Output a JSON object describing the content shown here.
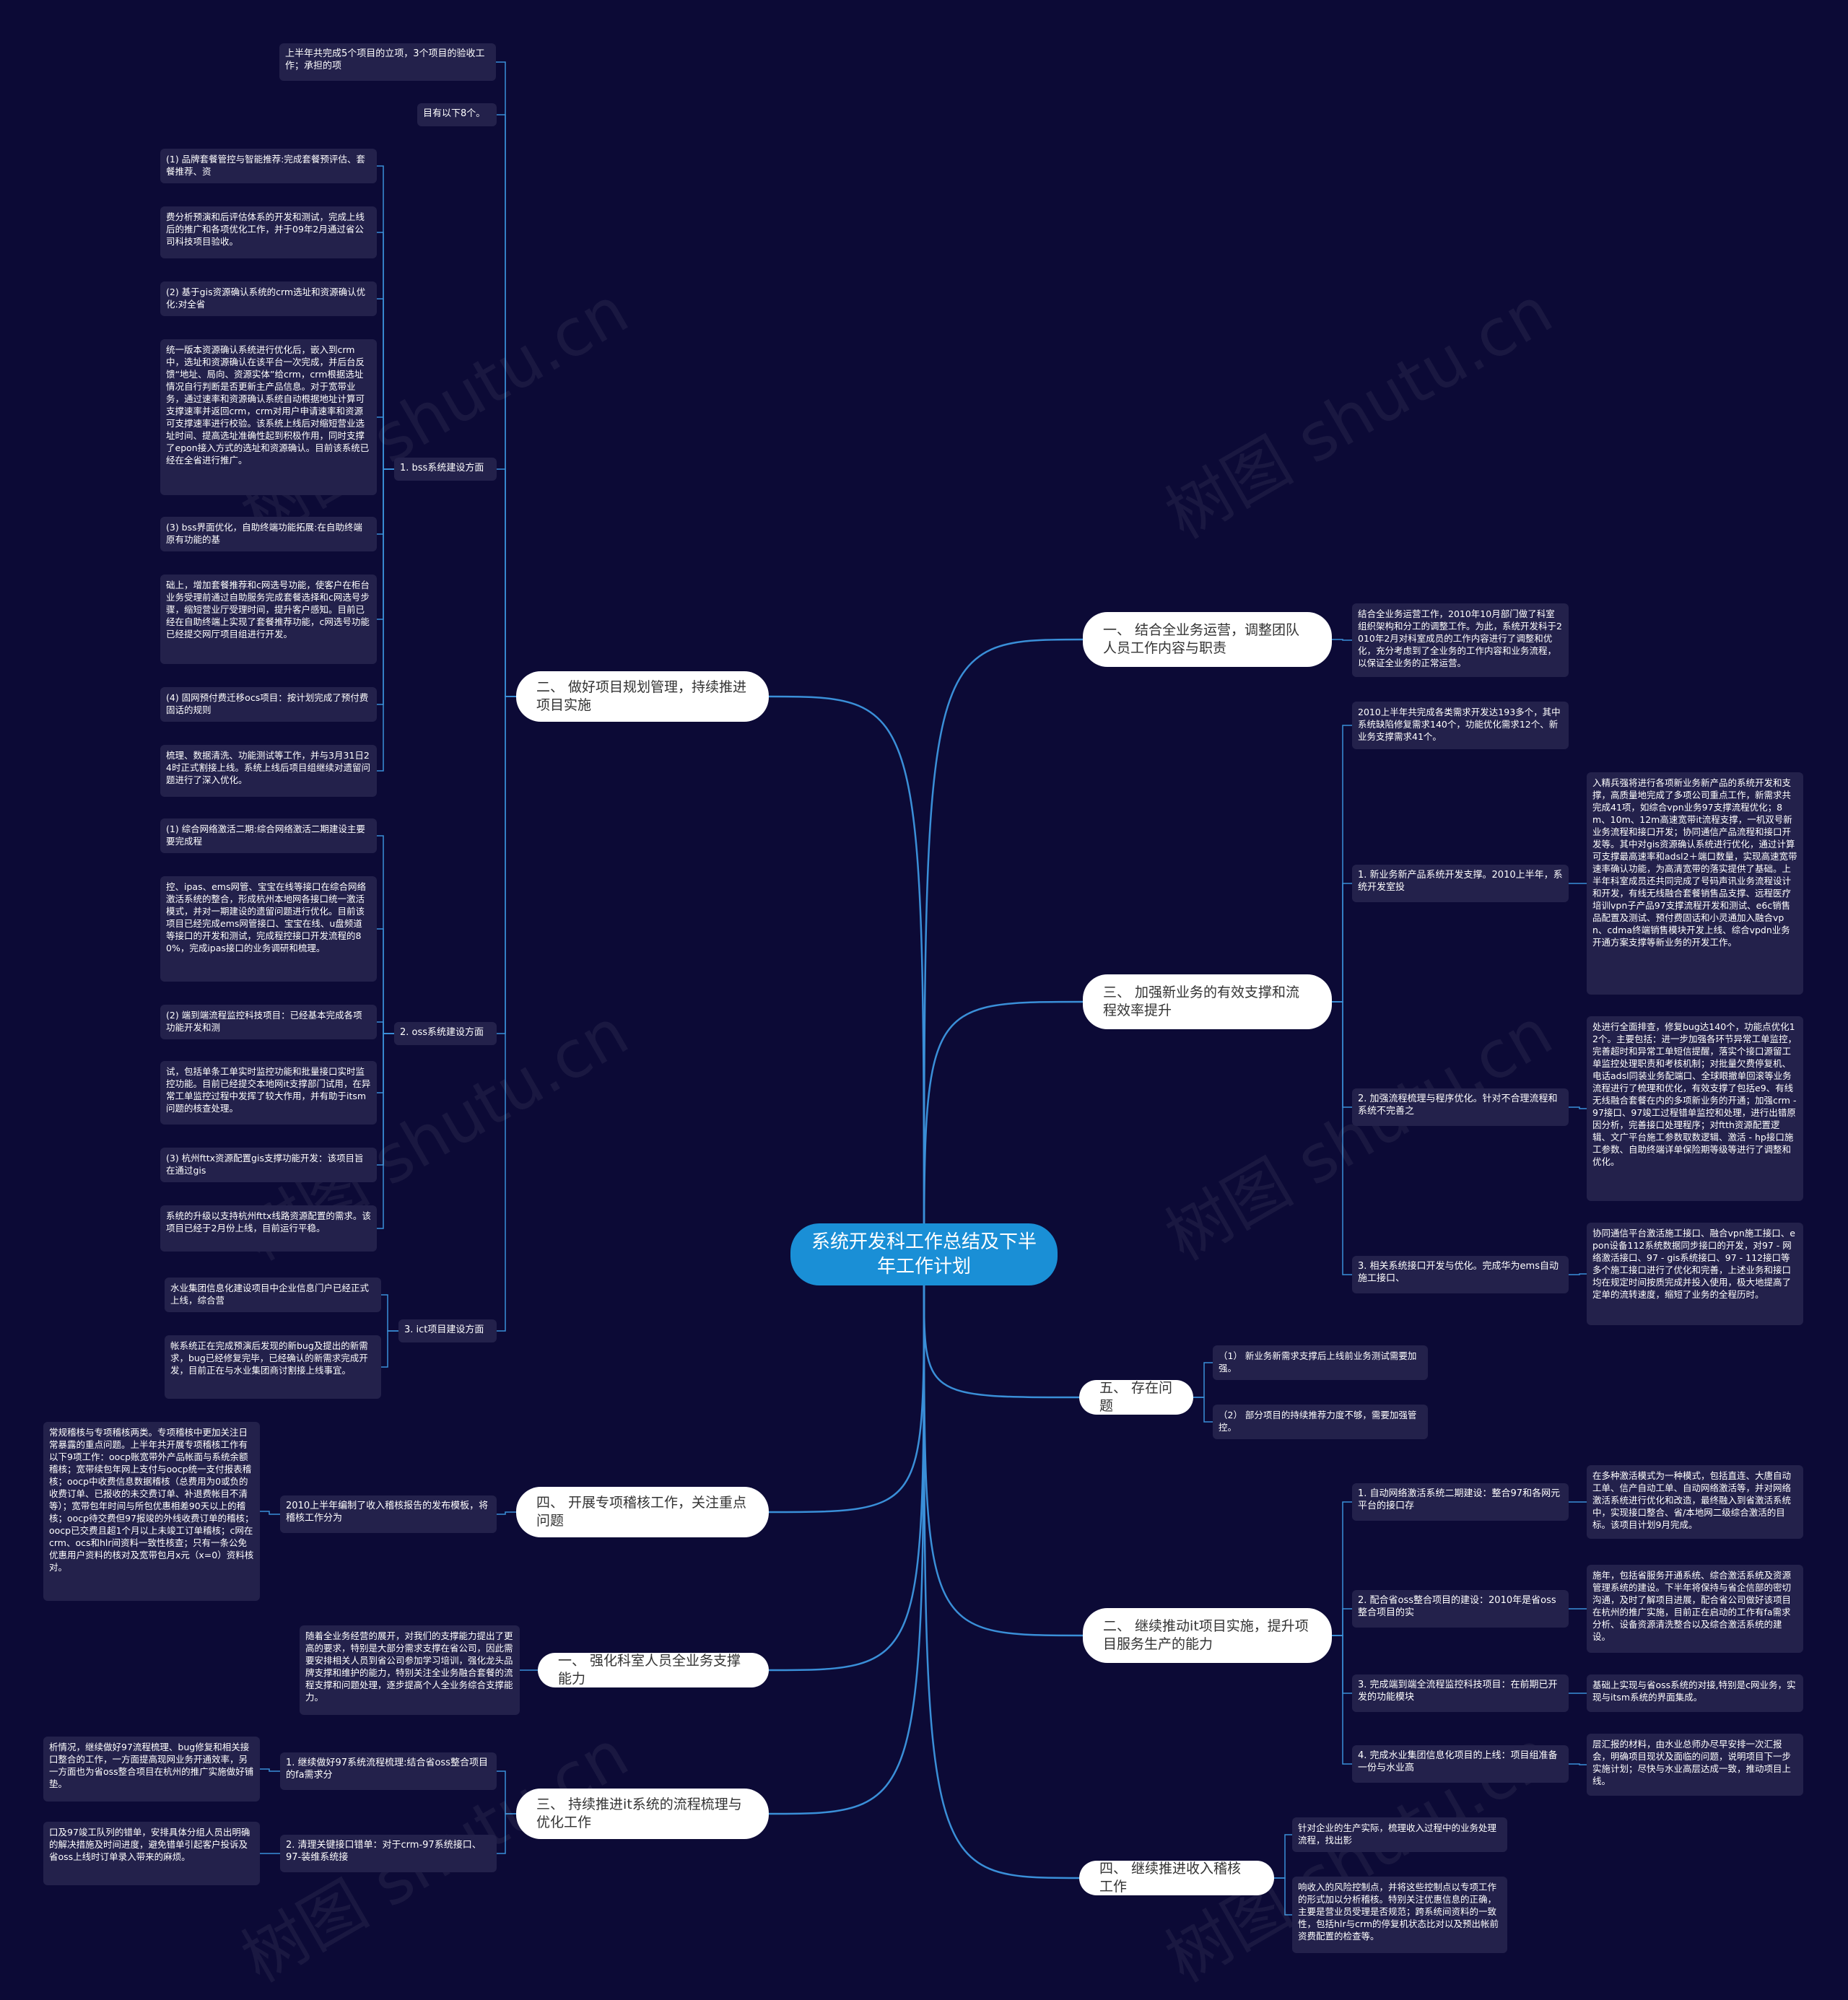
{
  "root": "系统开发科工作总结及下半年工作计划",
  "branches": {
    "r1": "一、 结合全业务运营，调整团队人员工作内容与职责",
    "r3": "三、 加强新业务的有效支撑和流程效率提升",
    "r5": "五、 存在问题",
    "r2n": "二、 继续推动it项目实施，提升项目服务生产的能力",
    "r4n": "四、 继续推进收入稽核工作",
    "l2": "二、 做好项目规划管理，持续推进项目实施",
    "l4": "四、 开展专项稽核工作，关注重点问题",
    "l1n": "一、 强化科室人员全业务支撑能力",
    "l3n": "三、 持续推进it系统的流程梳理与优化工作"
  },
  "subs": {
    "r1_t": "结合全业务运营工作，2010年10月部门做了科室组织架构和分工的调整工作。为此，系统开发科于2010年2月对科室成员的工作内容进行了调整和优化，充分考虑到了全业务的工作内容和业务流程，以保证全业务的正常运营。",
    "r3_s0": "2010上半年共完成各类需求开发达193多个，其中系统缺陷修复需求140个，功能优化需求12个、新业务支撑需求41个。",
    "r3_s1": "1. 新业务新产品系统开发支撑。2010上半年，系统开发室投",
    "r3_s1t": "入精兵强将进行各项新业务新产品的系统开发和支撑，高质量地完成了多项公司重点工作，新需求共完成41项，如综合vpn业务97支撑流程优化；8m、10m、12m高速宽带it流程支撑，一机双号新业务流程和接口开发；协同通信产品流程和接口开发等。其中对gis资源确认系统进行优化，通过计算可支撑最高速率和adsl2＋端口数量，实现高速宽带速率确认功能，为高清宽带的落实提供了基础。上半年科室成员还共同完成了号码声讯业务流程设计和开发，有线无线融合套餐销售品支撑、远程医疗培训vpn子产品97支撑流程开发和测试、e6c销售品配置及测试、预付费固话和小灵通加入融合vpn、cdma终端销售模块开发上线、综合vpdn业务开通方案支撑等新业务的开发工作。",
    "r3_s2": "2. 加强流程梳理与程序优化。针对不合理流程和系统不完善之",
    "r3_s2t": "处进行全面排查，修复bug达140个，功能点优化12个。主要包括：进一步加强各环节异常工单监控，完善超时和异常工单短信提醒，落实个接口源留工单监控处理职责和考核机制；对批量欠费停复机、电话adsl同装业务配端口、全球眼撤单回滚等业务流程进行了梳理和优化，有效支撑了包括e9、有线无线融合套餐在内的多项新业务的开通；加强crm - 97接口、97竣工过程错单监控和处理，进行出错原因分析，完善接口处理程序；对ftth资源配置逻辑、文广平台施工参数取数逻辑、激活 - hp接口施工参数、自助终端详单保险期等级等进行了调整和优化。",
    "r3_s3": "3. 相关系统接口开发与优化。完成华为ems自动施工接口、",
    "r3_s3t": "协同通信平台激活施工接口、融合vpn施工接口、epon设备112系统数据同步接口的开发，对97 - 网络激活接口、97 - gis系统接口、97 - 112接口等多个施工接口进行了优化和完善，上述业务和接口均在规定时间按质完成并投入使用，极大地提高了定单的流转速度，缩短了业务的全程历时。",
    "r5_a": "（1） 新业务新需求支撑后上线前业务测试需要加强。",
    "r5_b": "（2） 部分项目的持续推荐力度不够，需要加强管控。",
    "r2n_s1": "1. 自动网络激活系统二期建设：整合97和各网元平台的接口存",
    "r2n_s1t": "在多种激活模式为一种模式，包括直连、大唐自动工单、信产自动工单、自动网络激活等，并对网络激活系统进行优化和改造，最终融入到省激活系统中，实现接口整合、省/本地网二级综合激活的目标。该项目计划9月完成。",
    "r2n_s2": "2. 配合省oss整合项目的建设：2010年是省oss整合项目的实",
    "r2n_s2t": "施年，包括省服务开通系统、综合激活系统及资源管理系统的建设。下半年将保持与省企信部的密切沟通，及时了解项目进展，配合省公司做好该项目在杭州的推广实施，目前正在启动的工作有fa需求分析、设备资源清洗整合以及综合激活系统的建设。",
    "r2n_s3": "3. 完成端到端全流程监控科技项目：在前期已开发的功能模块",
    "r2n_s3t": "基础上实现与省oss系统的对接,特别是c网业务，实现与itsm系统的界面集成。",
    "r2n_s4": "4. 完成水业集团信息化项目的上线：项目组准备一份与水业高",
    "r2n_s4t": "层汇报的材料，由水业总师办尽早安排一次汇报会，明确项目现状及面临的问题，说明项目下一步实施计划；尽快与水业高层达成一致，推动项目上线。",
    "r4n_a": "针对企业的生产实际，梳理收入过程中的业务处理流程，找出影",
    "r4n_b": "响收入的风险控制点，并将这些控制点以专项工作的形式加以分析稽核。特别关注优惠信息的正确，主要是营业员受理是否规范；跨系统间资料的一致性，包括hlr与crm的停复机状态比对以及预出帐前资费配置的检查等。",
    "l2_top1": "上半年共完成5个项目的立项，3个项目的验收工作；承担的项",
    "l2_top2": "目有以下8个。",
    "l2_bss": "1. bss系统建设方面",
    "bss1": "(1) 品牌套餐管控与智能推荐:完成套餐预评估、套餐推荐、资",
    "bss1t": "费分析预演和后评估体系的开发和测试，完成上线后的推广和各项优化工作，并于09年2月通过省公司科技项目验收。",
    "bss2": "(2) 基于gis资源确认系统的crm选址和资源确认优化:对全省",
    "bss2t": "统一版本资源确认系统进行优化后，嵌入到crm中，选址和资源确认在该平台一次完成，并后台反馈“地址、局向、资源实体”给crm，crm根据选址情况自行判断是否更新主产品信息。对于宽带业务，通过速率和资源确认系统自动根据地址计算可支撑速率并返回crm，crm对用户申请速率和资源可支撑速率进行校验。该系统上线后对缩短营业选址时间、提高选址准确性起到积极作用，同时支撑了epon接入方式的选址和资源确认。目前该系统已经在全省进行推广。",
    "bss3": "(3) bss界面优化，自助终端功能拓展:在自助终端原有功能的基",
    "bss3t": "础上，增加套餐推荐和c网选号功能，使客户在柜台业务受理前通过自助服务完成套餐选择和c网选号步骤，缩短营业厅受理时间，提升客户感知。目前已经在自助终端上实现了套餐推荐功能，c网选号功能已经提交网厅项目组进行开发。",
    "bss4": "(4) 固网预付费迁移ocs项目：按计划完成了预付费固话的规则",
    "bss4t": "梳理、数据清洗、功能测试等工作，并与3月31日24时正式割接上线。系统上线后项目组继续对遗留问题进行了深入优化。",
    "l2_oss": "2. oss系统建设方面",
    "oss1": "(1) 综合网络激活二期:综合网络激活二期建设主要要完成程",
    "oss1t": "控、ipas、ems网管、宝宝在线等接口在综合网络激活系统的整合，形成杭州本地网各接口统一激活模式，并对一期建设的遗留问题进行优化。目前该项目已经完成ems网管接口、宝宝在线、u盘频道等接口的开发和测试，完成程控接口开发流程的80%，完成ipas接口的业务调研和梳理。",
    "oss2": "(2) 端到端流程监控科技项目：已经基本完成各项功能开发和测",
    "oss2t": "试，包括单条工单实时监控功能和批量接口实时监控功能。目前已经提交本地网it支撑部门试用，在异常工单监控过程中发挥了较大作用，并有助于itsm问题的核查处理。",
    "oss3": "(3) 杭州fttx资源配置gis支撑功能开发：该项目旨在通过gis",
    "oss3t": "系统的升级以支持杭州fttx线路资源配置的需求。该项目已经于2月份上线，目前运行平稳。",
    "l2_ict": "3. ict项目建设方面",
    "ict1": "水业集团信息化建设项目中企业信息门户已经正式上线，综合营",
    "ict1t": "帐系统正在完成预演后发现的新bug及提出的新需求，bug已经修复完毕，已经确认的新需求完成开发，目前正在与水业集团商讨割接上线事宜。",
    "l4_s": "2010上半年编制了收入稽核报告的发布模板，将稽核工作分为",
    "l4_t": "常规稽核与专项稽核两类。专项稽核中更加关注日常暴露的重点问题。上半年共开展专项稽核工作有以下9项工作：oocp账宽带外产品帐面与系统余额稽核；宽带续包年网上支付与oocp统一支付报表稽核；oocp中收费信息数据稽核（总费用为0或负的收费订单、已报收的未交费订单、补退费帐目不清等）；宽带包年时间与所包优惠相差90天以上的稽核；oocp待交费但97报竣的外线收费订单的稽核；oocp已交费且超1个月以上未竣工订单稽核；c网在crm、ocs和hlr间资料一致性核查；只有一条公免优惠用户资料的核对及宽带包月x元（x=0）资料核对。",
    "l1n_t": "随着全业务经营的展开，对我们的支撑能力提出了更高的要求，特别是大部分需求支撑在省公司，因此需要安排相关人员到省公司参加学习培训，强化龙头品牌支撑和维护的能力，特别关注全业务融合套餐的流程支撑和问题处理，逐步提高个人全业务综合支撑能力。",
    "l3n_s1": "1. 继续做好97系统流程梳理:结合省oss整合项目的fa需求分",
    "l3n_s1t": "析情况，继续做好97流程梳理、bug修复和相关接口整合的工作，一方面提高现网业务开通效率，另一方面也为省oss整合项目在杭州的推广实施做好铺垫。",
    "l3n_s2": "2. 清理关键接口错单：对于crm-97系统接口、97-装维系统接",
    "l3n_s2t": "口及97竣工队列的错单，安排具体分组人员出明确的解决措施及时间进度，避免错单引起客户投诉及省oss上线时订单录入带来的麻烦。"
  },
  "watermark": "树图 shutu.cn",
  "colors": {
    "background": "#0c0a36",
    "edge": "#3a8fd8",
    "root": "#1a8fd6",
    "card": "#23214b"
  }
}
